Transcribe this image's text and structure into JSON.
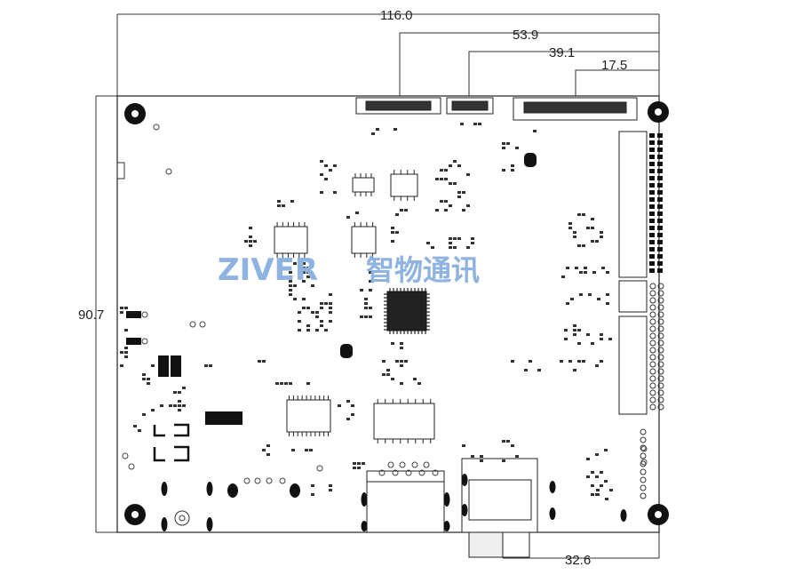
{
  "dimensions": {
    "overall_width": "116.0",
    "dim_53": "53.9",
    "dim_39": "39.1",
    "dim_17": "17.5",
    "overall_height": "90.7",
    "dim_32": "32.6"
  },
  "watermark": {
    "brand": "ZIVER",
    "chinese": "智物通讯",
    "color": "#8fb3e0"
  },
  "colors": {
    "line": "#222222",
    "component": "#111111"
  }
}
